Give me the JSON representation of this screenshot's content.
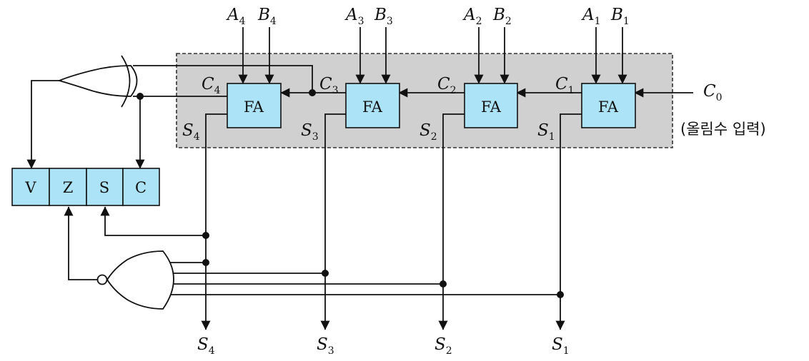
{
  "colors": {
    "register_box_fill": "#ade3f7",
    "fa_box_fill": "#ade3f7",
    "adder_region_fill": "#d0d0d0",
    "line": "#111111"
  },
  "adders": [
    {
      "id": "fa4",
      "label": "FA",
      "input_a": "A",
      "input_a_sub": "4",
      "input_b": "B",
      "input_b_sub": "4",
      "carry": "C",
      "carry_sub": "4",
      "sum": "S",
      "sum_sub": "4"
    },
    {
      "id": "fa3",
      "label": "FA",
      "input_a": "A",
      "input_a_sub": "3",
      "input_b": "B",
      "input_b_sub": "3",
      "carry": "C",
      "carry_sub": "3",
      "sum": "S",
      "sum_sub": "3"
    },
    {
      "id": "fa2",
      "label": "FA",
      "input_a": "A",
      "input_a_sub": "2",
      "input_b": "B",
      "input_b_sub": "2",
      "carry": "C",
      "carry_sub": "2",
      "sum": "S",
      "sum_sub": "2"
    },
    {
      "id": "fa1",
      "label": "FA",
      "input_a": "A",
      "input_a_sub": "1",
      "input_b": "B",
      "input_b_sub": "1",
      "carry": "C",
      "carry_sub": "1",
      "sum": "S",
      "sum_sub": "1"
    }
  ],
  "carry_in": {
    "label": "C",
    "sub": "0",
    "note": "(올림수 입력)"
  },
  "flags": {
    "v": "V",
    "z": "Z",
    "s": "S",
    "c": "C"
  },
  "outputs": [
    {
      "label": "S",
      "sub": "4"
    },
    {
      "label": "S",
      "sub": "3"
    },
    {
      "label": "S",
      "sub": "2"
    },
    {
      "label": "S",
      "sub": "1"
    }
  ],
  "gates": {
    "overflow": "xor",
    "zero": "nor"
  }
}
